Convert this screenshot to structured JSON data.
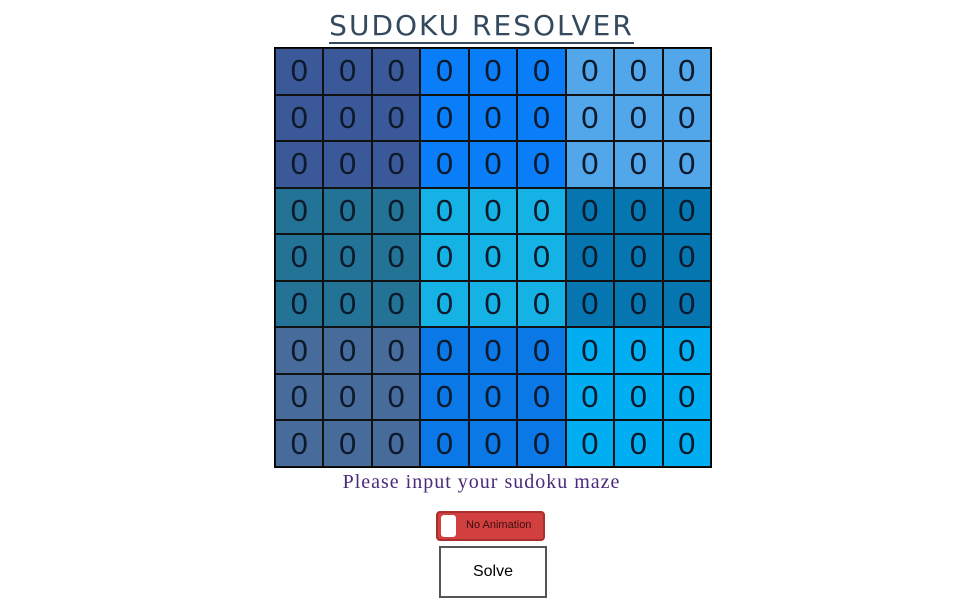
{
  "title": "SUDOKU RESOLVER",
  "message": "Please input your sudoku maze",
  "toggle": {
    "label": "No Animation",
    "state": "off"
  },
  "solve_label": "Solve",
  "box_colors": [
    [
      "#3b5998",
      "#0a7ef9",
      "#52a6ea"
    ],
    [
      "#227396",
      "#15b2e6",
      "#0676b0"
    ],
    [
      "#476b9b",
      "#0a78e6",
      "#02aef2"
    ]
  ],
  "grid": [
    [
      "0",
      "0",
      "0",
      "0",
      "0",
      "0",
      "0",
      "0",
      "0"
    ],
    [
      "0",
      "0",
      "0",
      "0",
      "0",
      "0",
      "0",
      "0",
      "0"
    ],
    [
      "0",
      "0",
      "0",
      "0",
      "0",
      "0",
      "0",
      "0",
      "0"
    ],
    [
      "0",
      "0",
      "0",
      "0",
      "0",
      "0",
      "0",
      "0",
      "0"
    ],
    [
      "0",
      "0",
      "0",
      "0",
      "0",
      "0",
      "0",
      "0",
      "0"
    ],
    [
      "0",
      "0",
      "0",
      "0",
      "0",
      "0",
      "0",
      "0",
      "0"
    ],
    [
      "0",
      "0",
      "0",
      "0",
      "0",
      "0",
      "0",
      "0",
      "0"
    ],
    [
      "0",
      "0",
      "0",
      "0",
      "0",
      "0",
      "0",
      "0",
      "0"
    ],
    [
      "0",
      "0",
      "0",
      "0",
      "0",
      "0",
      "0",
      "0",
      "0"
    ]
  ]
}
